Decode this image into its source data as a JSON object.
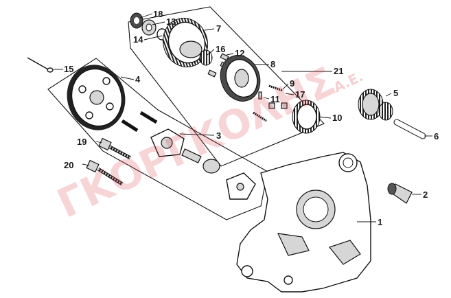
{
  "watermark": {
    "text": "ΓΚΟΡΓΚΟΛΗΣ",
    "suffix": "A.E."
  },
  "callouts": [
    {
      "id": "1",
      "label": "1"
    },
    {
      "id": "2",
      "label": "2"
    },
    {
      "id": "3",
      "label": "3"
    },
    {
      "id": "4",
      "label": "4"
    },
    {
      "id": "5",
      "label": "5"
    },
    {
      "id": "6",
      "label": "6"
    },
    {
      "id": "7",
      "label": "7"
    },
    {
      "id": "8",
      "label": "8"
    },
    {
      "id": "9",
      "label": "9"
    },
    {
      "id": "10",
      "label": "10"
    },
    {
      "id": "11",
      "label": "11"
    },
    {
      "id": "12",
      "label": "12"
    },
    {
      "id": "13",
      "label": "13"
    },
    {
      "id": "14",
      "label": "14"
    },
    {
      "id": "15",
      "label": "15"
    },
    {
      "id": "16",
      "label": "16"
    },
    {
      "id": "17",
      "label": "17"
    },
    {
      "id": "18",
      "label": "18"
    },
    {
      "id": "19",
      "label": "19"
    },
    {
      "id": "20",
      "label": "20"
    },
    {
      "id": "21",
      "label": "21"
    }
  ]
}
